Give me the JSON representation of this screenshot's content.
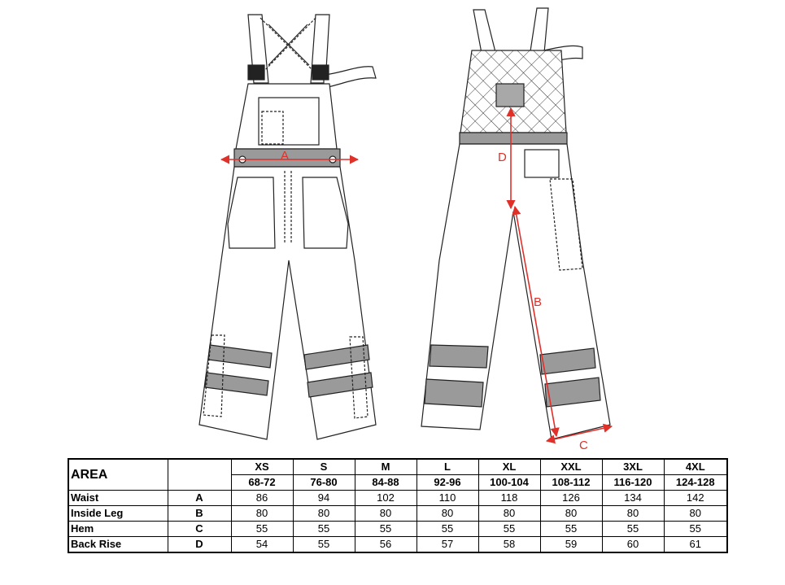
{
  "diagram": {
    "labels": {
      "a": "A",
      "b": "B",
      "c": "C",
      "d": "D"
    },
    "colors": {
      "measure": "#e0302a",
      "outline": "#222222",
      "band": "#9a9a9a",
      "badge": "#a8a8a8"
    }
  },
  "table": {
    "header_label": "AREA",
    "sizes": [
      "XS",
      "S",
      "M",
      "L",
      "XL",
      "XXL",
      "3XL",
      "4XL"
    ],
    "ranges": [
      "68-72",
      "76-80",
      "84-88",
      "92-96",
      "100-104",
      "108-112",
      "116-120",
      "124-128"
    ],
    "rows": [
      {
        "name": "Waist",
        "code": "A",
        "values": [
          "86",
          "94",
          "102",
          "110",
          "118",
          "126",
          "134",
          "142"
        ]
      },
      {
        "name": "Inside Leg",
        "code": "B",
        "values": [
          "80",
          "80",
          "80",
          "80",
          "80",
          "80",
          "80",
          "80"
        ]
      },
      {
        "name": "Hem",
        "code": "C",
        "values": [
          "55",
          "55",
          "55",
          "55",
          "55",
          "55",
          "55",
          "55"
        ]
      },
      {
        "name": "Back Rise",
        "code": "D",
        "values": [
          "54",
          "55",
          "56",
          "57",
          "58",
          "59",
          "60",
          "61"
        ]
      }
    ]
  }
}
